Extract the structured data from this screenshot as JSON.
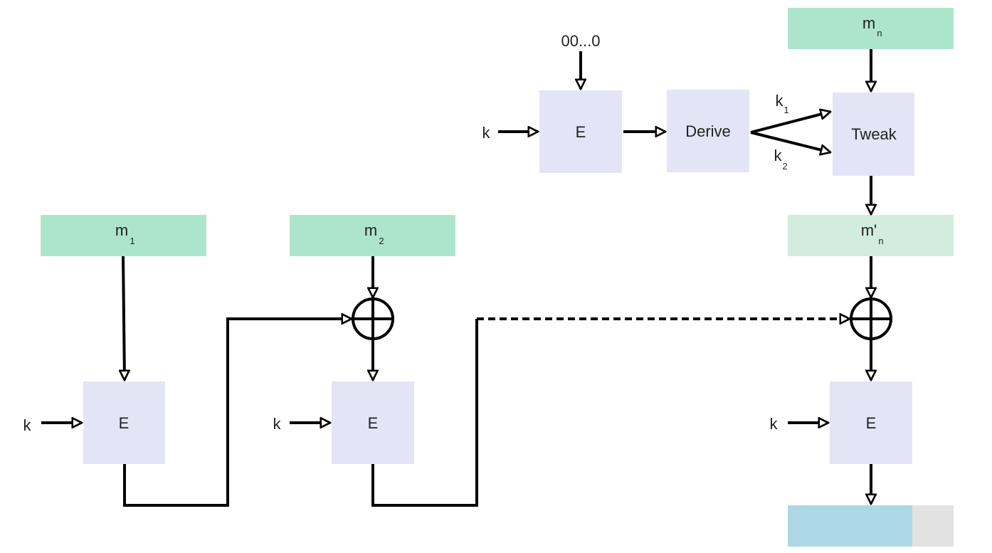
{
  "colors": {
    "message": "#ade5cc",
    "message_tweaked": "#d2ece0",
    "block": "#e4e4f7",
    "output": "#add8e6",
    "output_pad": "#e2e2e2",
    "line": "#000000"
  },
  "labels": {
    "m": "m",
    "m_prime": "m'",
    "sub_1": "1",
    "sub_2": "2",
    "sub_n": "n",
    "E": "E",
    "k": "k",
    "derive": "Derive",
    "tweak": "Tweak",
    "zeros": "00...0",
    "k1": "k",
    "k1_sub": "1",
    "k2": "k",
    "k2_sub": "2"
  }
}
